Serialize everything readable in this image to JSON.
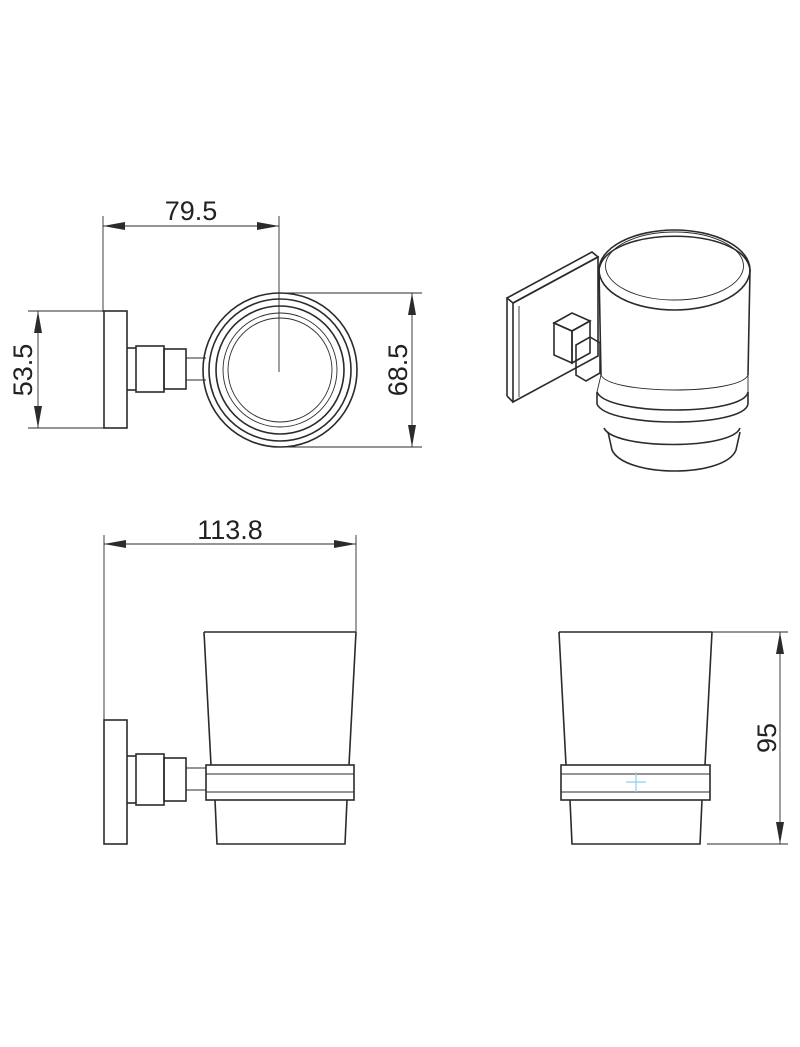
{
  "dimensions": {
    "top_view_width": "79.5",
    "top_view_depth": "53.5",
    "top_view_cup_diameter": "68.5",
    "front_view_width": "113.8",
    "side_view_height": "95"
  }
}
